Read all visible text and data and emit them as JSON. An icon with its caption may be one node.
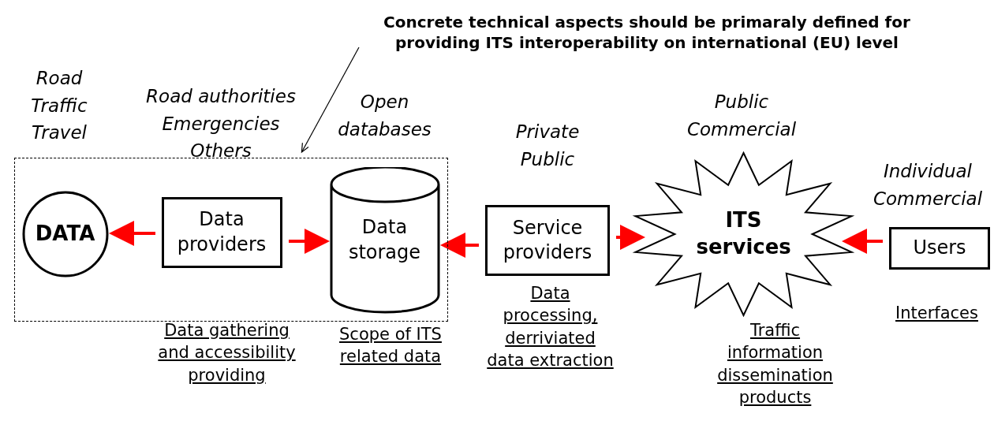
{
  "diagram": {
    "nodes": [
      {
        "text": [
          "Concrete technical aspects should be primaraly defined for providing ITS interoperability on international (EU) level"
        ]
      },
      {
        "text": [],
        "shape": "box"
      },
      {
        "text": [
          "DATA"
        ],
        "in": 1,
        "beside": [
          "Road Traffic Travel"
        ]
      },
      {
        "text": [
          "Data providers"
        ],
        "in": 1,
        "beside": [
          "Road authorities Emergencies Others",
          "Data gathering and accessibility providing"
        ]
      },
      {
        "text": [
          "Data storage"
        ],
        "in": 1,
        "beside": [
          "Open databases",
          "Scope of ITS related data"
        ]
      },
      {
        "text": [
          "Service providers"
        ],
        "beside": [
          "Private Public",
          "Data processing, derriviated data extraction"
        ]
      },
      {
        "text": [
          "ITS services"
        ],
        "beside": [
          "Public Commercial",
          "Traffic information dissemination products"
        ]
      },
      {
        "text": [
          "Users"
        ],
        "beside": [
          "Individual Commercial",
          "Interfaces"
        ]
      }
    ],
    "edges": [
      {
        "from": 0,
        "to": 1,
        "arrow": "to",
        "color": "#000000"
      },
      {
        "from": 3,
        "to": 2,
        "arrow": "to"
      },
      {
        "from": 3,
        "to": 4,
        "arrow": "to"
      },
      {
        "from": 5,
        "to": 4,
        "arrow": "to"
      },
      {
        "from": 5,
        "to": 6,
        "arrow": "to"
      },
      {
        "from": 7,
        "to": 6,
        "arrow": "to"
      }
    ]
  }
}
